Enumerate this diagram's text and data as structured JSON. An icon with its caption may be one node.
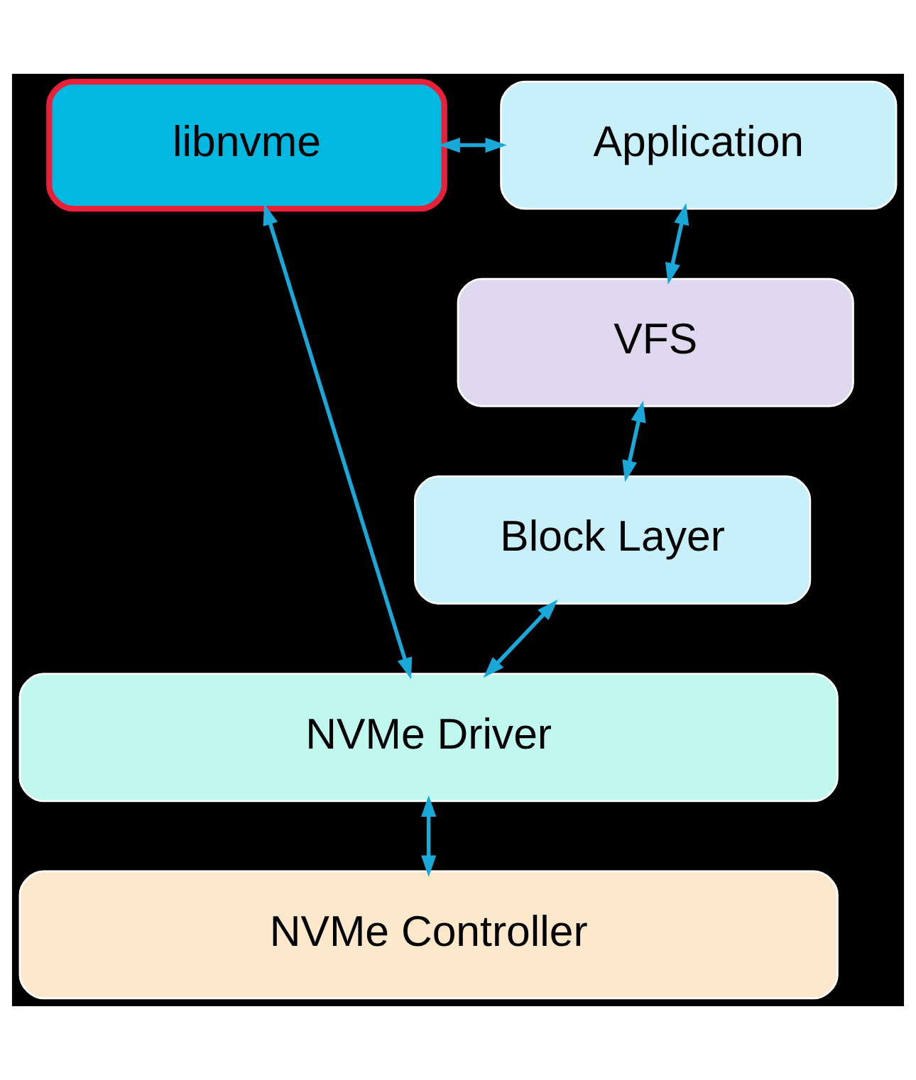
{
  "diagram": {
    "nodes": [
      {
        "text": [
          "libnvme"
        ]
      },
      {
        "text": [
          "Application"
        ]
      },
      {
        "text": [
          "VFS"
        ]
      },
      {
        "text": [
          "Block Layer"
        ]
      },
      {
        "text": [
          "NVMe Driver"
        ]
      },
      {
        "text": [
          "NVMe Controller"
        ]
      }
    ],
    "edges": [
      {
        "from": 0,
        "to": 1,
        "arrow": "both"
      },
      {
        "from": 1,
        "to": 2,
        "arrow": "both"
      },
      {
        "from": 2,
        "to": 3,
        "arrow": "both"
      },
      {
        "from": 3,
        "to": 4,
        "arrow": "both"
      },
      {
        "from": 0,
        "to": 4,
        "arrow": "both"
      },
      {
        "from": 4,
        "to": 5,
        "arrow": "both"
      }
    ]
  }
}
